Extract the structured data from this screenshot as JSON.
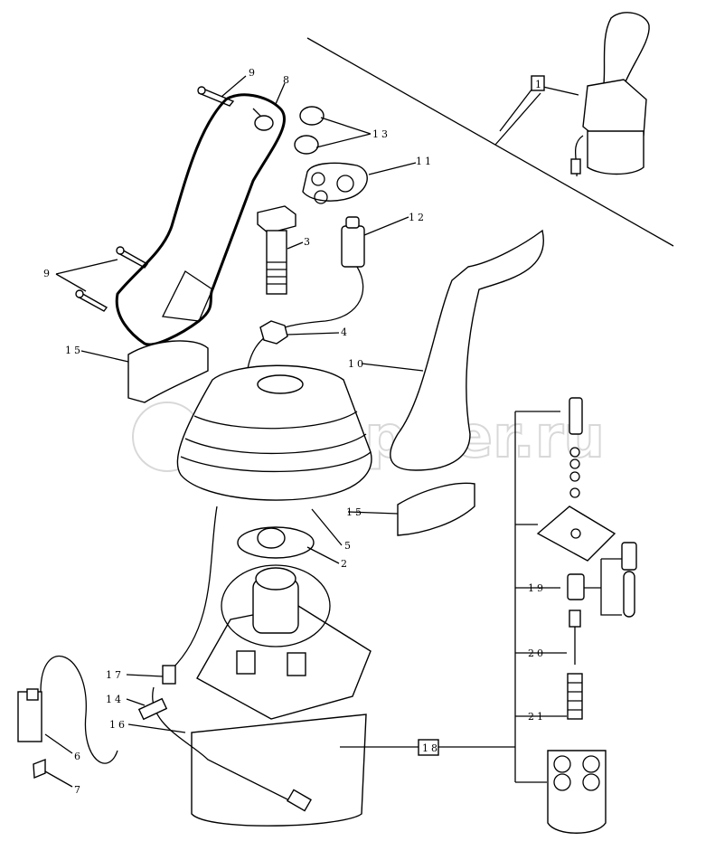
{
  "watermark": "autopiter.ru",
  "callouts": {
    "c1": "1",
    "c2": "2",
    "c3": "3",
    "c4": "4",
    "c5": "5",
    "c6": "6",
    "c7": "7",
    "c8": "8",
    "c9a": "9",
    "c9b": "9",
    "c10": "10",
    "c11": "11",
    "c12": "12",
    "c13": "13",
    "c14": "14",
    "c15a": "15",
    "c15b": "15",
    "c16": "16",
    "c17": "17",
    "c18": "18",
    "c19": "19",
    "c20": "20",
    "c21": "21"
  },
  "colors": {
    "line": "#000000",
    "watermark": "#d8d8d8",
    "background": "#ffffff"
  }
}
